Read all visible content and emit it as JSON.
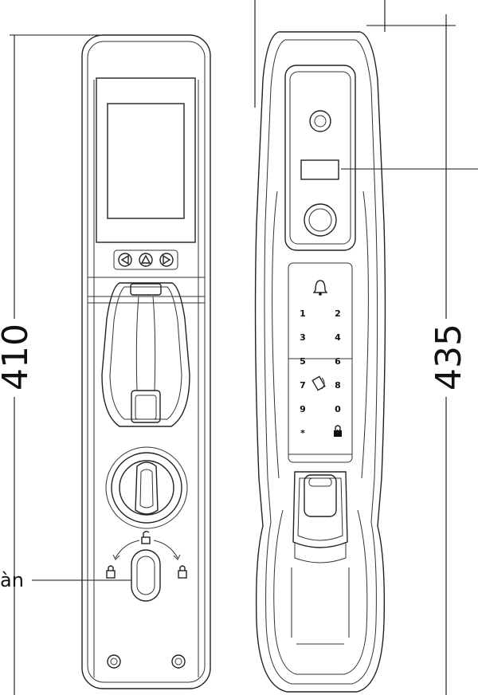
{
  "dimensions": {
    "front_height": "410",
    "side_height": "435"
  },
  "callouts": {
    "left_label": "àn"
  },
  "keypad": {
    "keys": [
      "1",
      "2",
      "3",
      "4",
      "5",
      "6",
      "7",
      "8",
      "9",
      "0",
      "*",
      "#"
    ]
  },
  "colors": {
    "line": "#222222",
    "background": "#ffffff"
  }
}
